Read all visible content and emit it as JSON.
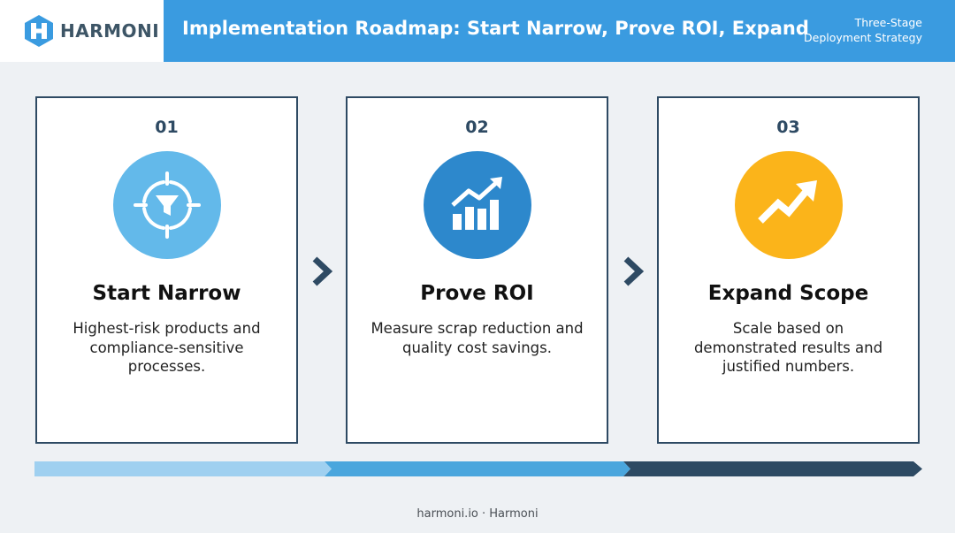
{
  "header": {
    "logo_text": "HARMONI",
    "title": "Implementation Roadmap: Start Narrow, Prove ROI, Expand",
    "subtitle_line1": "Three-Stage",
    "subtitle_line2": "Deployment Strategy"
  },
  "stages": [
    {
      "number": "01",
      "title": "Start Narrow",
      "description": "Highest-risk products and compliance-sensitive processes.",
      "icon": "target-funnel-icon",
      "color": "#63b9ea"
    },
    {
      "number": "02",
      "title": "Prove ROI",
      "description": "Measure scrap reduction and quality cost savings.",
      "icon": "bar-chart-growth-icon",
      "color": "#2d88cc"
    },
    {
      "number": "03",
      "title": "Expand Scope",
      "description": "Scale based on demonstrated results and justified numbers.",
      "icon": "trend-up-arrow-icon",
      "color": "#fbb41a"
    }
  ],
  "progress_colors": [
    "#9fd0f0",
    "#4aa6dd",
    "#2d4a63"
  ],
  "footer": "harmoni.io · Harmoni"
}
